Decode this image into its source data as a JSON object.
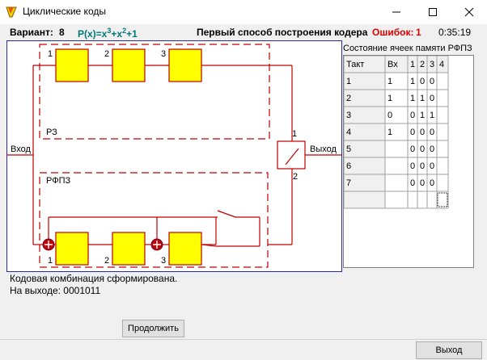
{
  "window": {
    "title": "Циклические коды",
    "controls": {
      "minimize": "—",
      "maximize": "☐",
      "close": "✕"
    }
  },
  "info": {
    "variant_label": "Вариант:",
    "variant_value": "8",
    "poly_prefix": "P(x)=x",
    "poly_exp1": "3",
    "poly_mid": "+x",
    "poly_exp2": "2",
    "poly_suffix": "+1",
    "mode": "Первый способ построения кодера",
    "errors_label": "Ошибок:",
    "errors_value": "1",
    "time": "0:35:19"
  },
  "diagram": {
    "input_label": "Вход",
    "output_label": "Выход",
    "upper_block_label": "РЗ",
    "lower_block_label": "РФПЗ",
    "switch_top": "1",
    "switch_bottom": "2",
    "top_cells": [
      "1",
      "2",
      "3"
    ],
    "bottom_cells": [
      "1",
      "2",
      "3"
    ]
  },
  "memory_table": {
    "caption": "Состояние ячеек памяти РФПЗ",
    "headers": [
      "Такт",
      "Вх",
      "1",
      "2",
      "3",
      "4"
    ],
    "rows": [
      [
        "1",
        "1",
        "1",
        "0",
        "0",
        ""
      ],
      [
        "2",
        "1",
        "1",
        "1",
        "0",
        ""
      ],
      [
        "3",
        "0",
        "0",
        "1",
        "1",
        ""
      ],
      [
        "4",
        "1",
        "0",
        "0",
        "0",
        ""
      ],
      [
        "5",
        "",
        "0",
        "0",
        "0",
        ""
      ],
      [
        "6",
        "",
        "0",
        "0",
        "0",
        ""
      ],
      [
        "7",
        "",
        "0",
        "0",
        "0",
        ""
      ],
      [
        "",
        "",
        "",
        "",
        "",
        ""
      ]
    ]
  },
  "output": {
    "line1": "Кодовая комбинация сформирована.",
    "line2": "На выходе: 0001011"
  },
  "buttons": {
    "continue": "Продолжить",
    "exit": "Выход"
  },
  "colors": {
    "cell_fill": "#ffff00",
    "wire": "#c00000",
    "accent_green": "#007878",
    "error_red": "#e00000"
  }
}
